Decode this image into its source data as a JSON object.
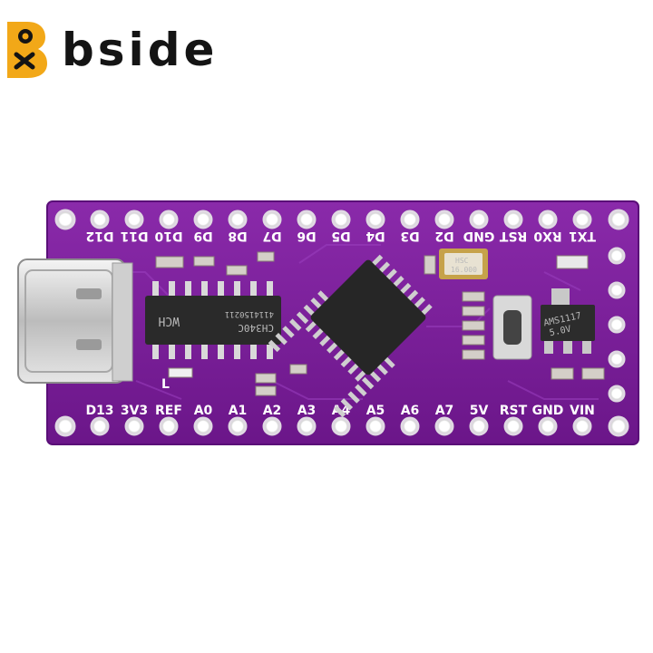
{
  "brand": {
    "name": "bside",
    "logo_letter": "B",
    "accent": "#F2A818",
    "text_color": "#141414"
  },
  "board": {
    "pcb_color": "#7A1D9A",
    "top_labels": [
      "D12",
      "D11",
      "D10",
      "D9",
      "D8",
      "D7",
      "D6",
      "D5",
      "D4",
      "D3",
      "D2",
      "GND",
      "RST",
      "RX0",
      "TX1"
    ],
    "bottom_labels": [
      "D13",
      "3V3",
      "REF",
      "A0",
      "A1",
      "A2",
      "A3",
      "A4",
      "A5",
      "A6",
      "A7",
      "5V",
      "RST",
      "GND",
      "VIN"
    ],
    "usb_chip": {
      "line1": "CH340C",
      "line2": "WCH",
      "line3": "4114150211"
    },
    "crystal": {
      "line1": "HSC",
      "line2": "16.000"
    },
    "regulator": {
      "line1": "AMS1117",
      "line2": "5.0V"
    },
    "led_label": "L"
  }
}
